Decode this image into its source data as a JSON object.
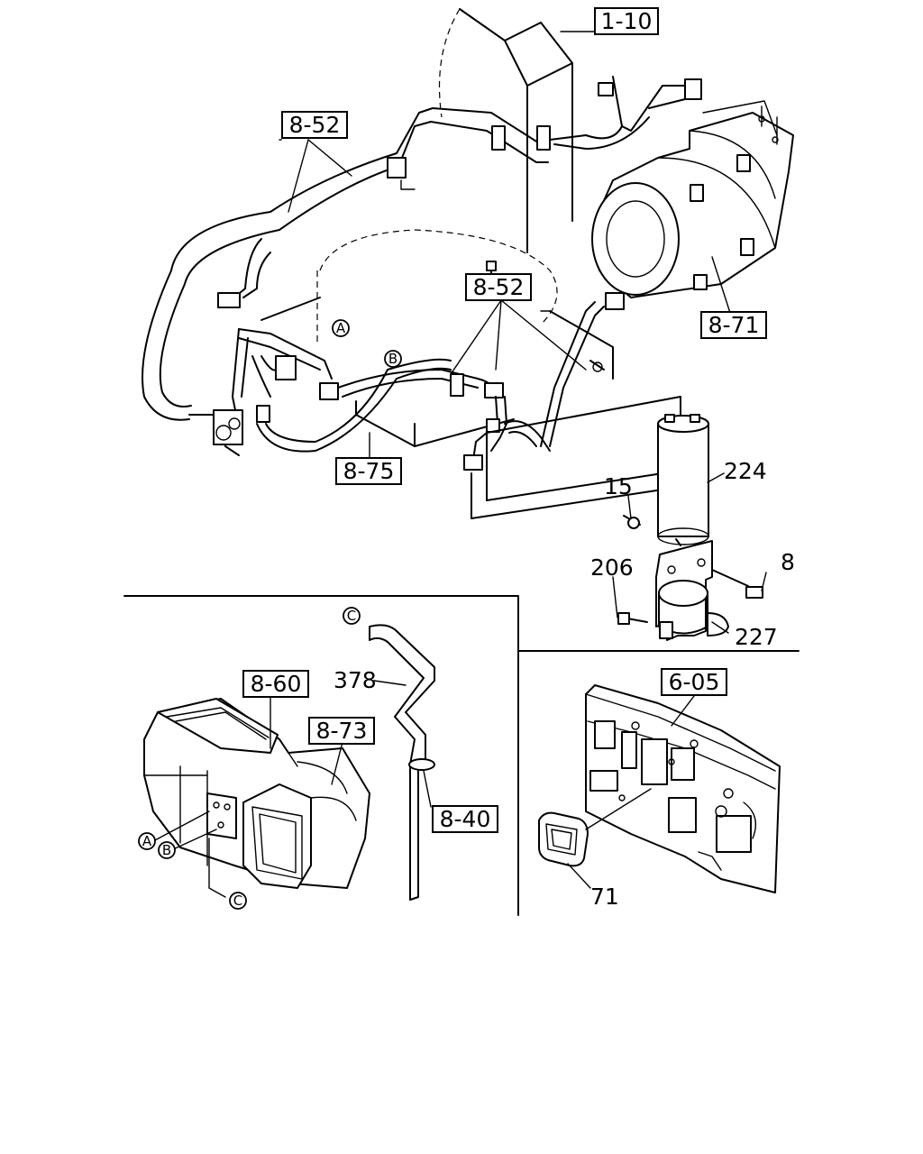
{
  "refs": {
    "r1_10": "1-10",
    "r8_52a": "8-52",
    "r8_52b": "8-52",
    "r8_71": "8-71",
    "r8_75": "8-75",
    "r8_60": "8-60",
    "r8_73": "8-73",
    "r8_40": "8-40",
    "r6_05": "6-05"
  },
  "parts": {
    "p224": "224",
    "p15": "15",
    "p206": "206",
    "p8": "8",
    "p227": "227",
    "p378": "378",
    "p71": "71"
  },
  "markers": {
    "A1": "A",
    "B1": "B",
    "C1": "C",
    "A2": "A",
    "B2": "B",
    "C2": "C"
  }
}
